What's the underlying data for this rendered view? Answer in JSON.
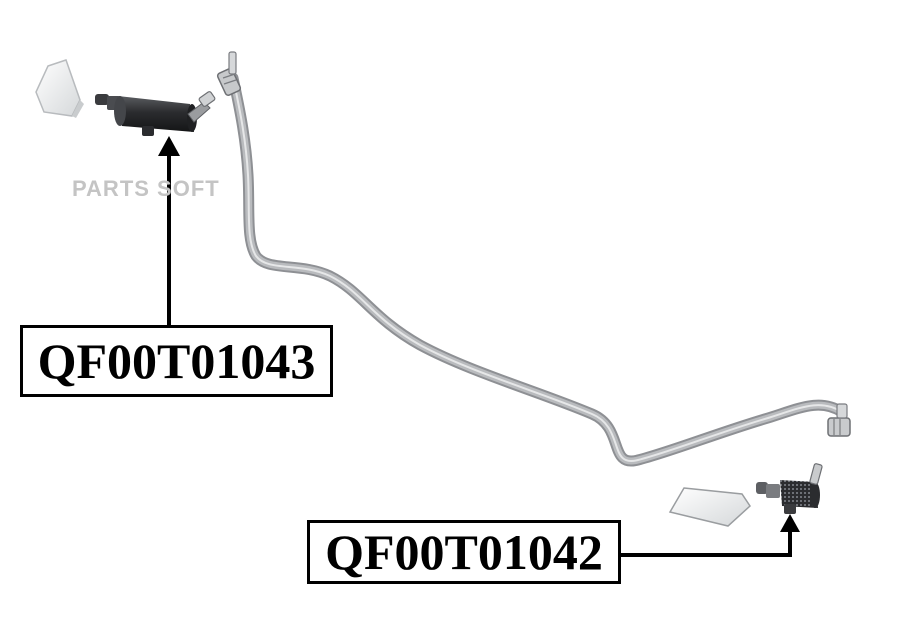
{
  "watermark": "PARTS SOFT",
  "callouts": [
    {
      "part_number": "QF00T01043"
    },
    {
      "part_number": "QF00T01042"
    }
  ],
  "colors": {
    "hose": "#a9abae",
    "hose_highlight": "#e3e4e5",
    "nozzle_body": "#2b2c2f",
    "cap": "#eef0f1",
    "outline": "#000000",
    "watermark": "#c4c4c4"
  }
}
